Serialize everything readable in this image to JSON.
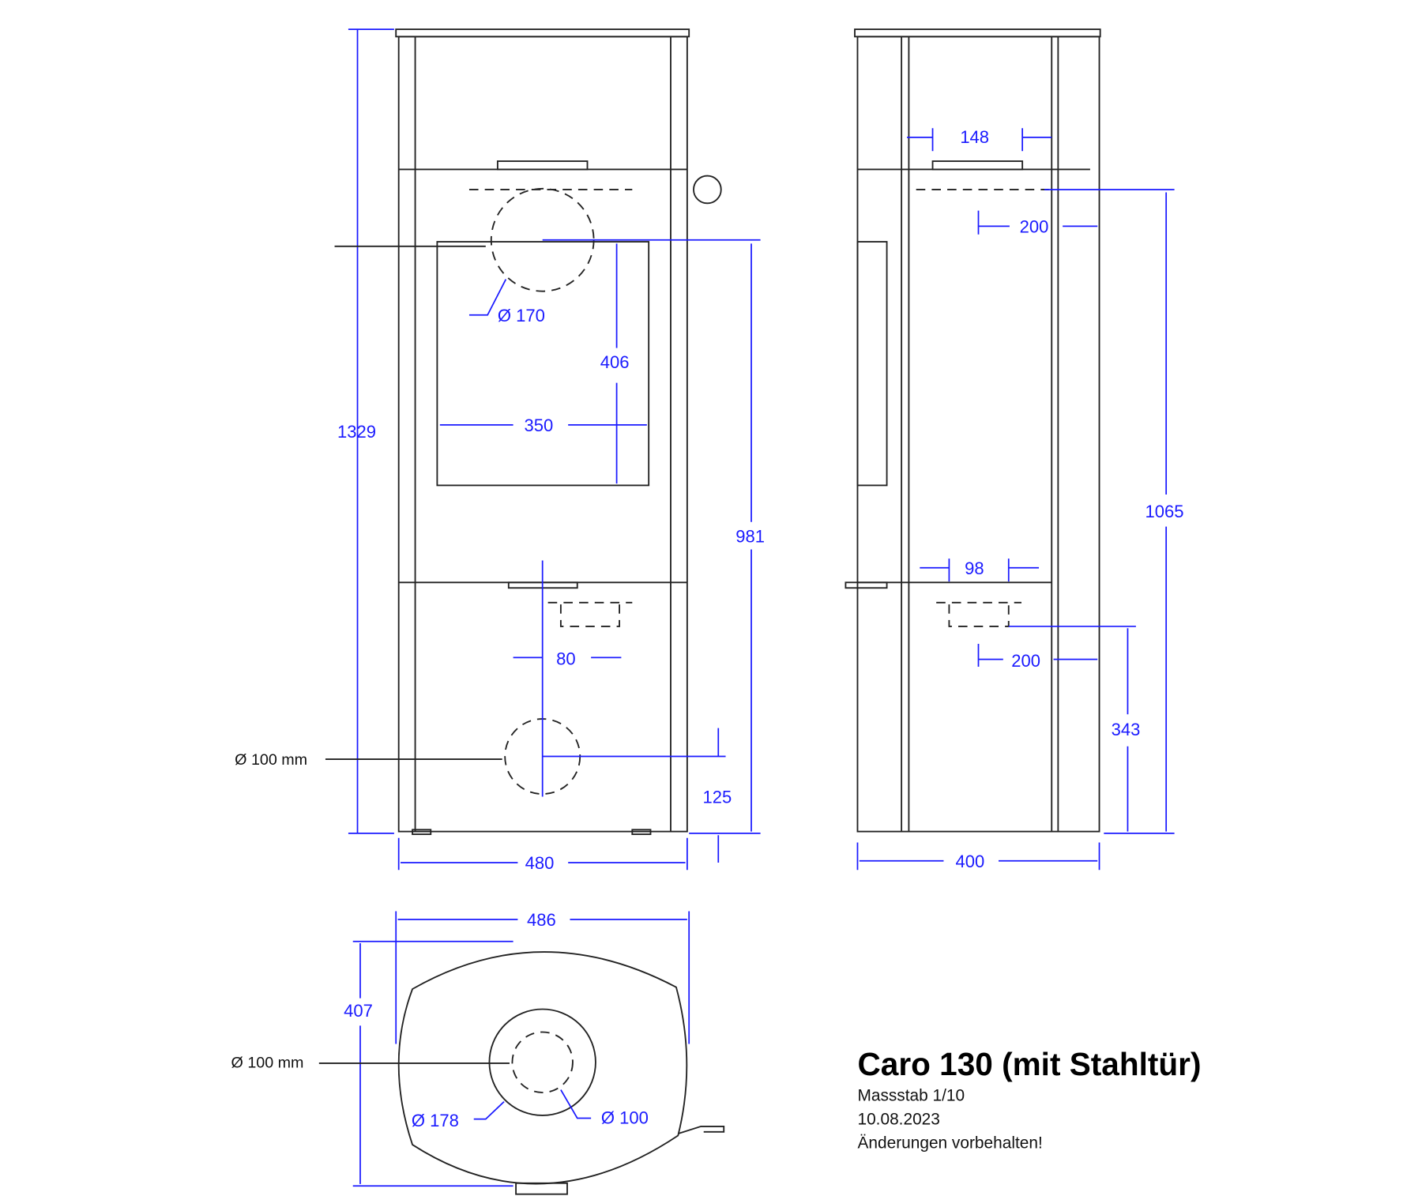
{
  "title": "Caro 130 (mit Stahltür)",
  "scale": "Massstab 1/10",
  "date": "10.08.2023",
  "note": "Änderungen vorbehalten!",
  "front": {
    "height": "1329",
    "width": "480",
    "window_width": "350",
    "window_height": "406",
    "flue_diameter": "Ø 170",
    "flue_height": "981",
    "air_inlet": "Ø 100 mm",
    "air_inlet_height": "125",
    "bottom_offset": "80"
  },
  "side": {
    "width": "400",
    "top_offset": "148",
    "upper_flue_depth": "200",
    "height_1065": "1065",
    "lower_offset": "98",
    "lower_flue_depth": "200",
    "lower_height": "343"
  },
  "top": {
    "width": "486",
    "depth": "407",
    "air_inlet": "Ø 100 mm",
    "outer_diameter": "Ø 178",
    "inner_diameter": "Ø 100"
  }
}
